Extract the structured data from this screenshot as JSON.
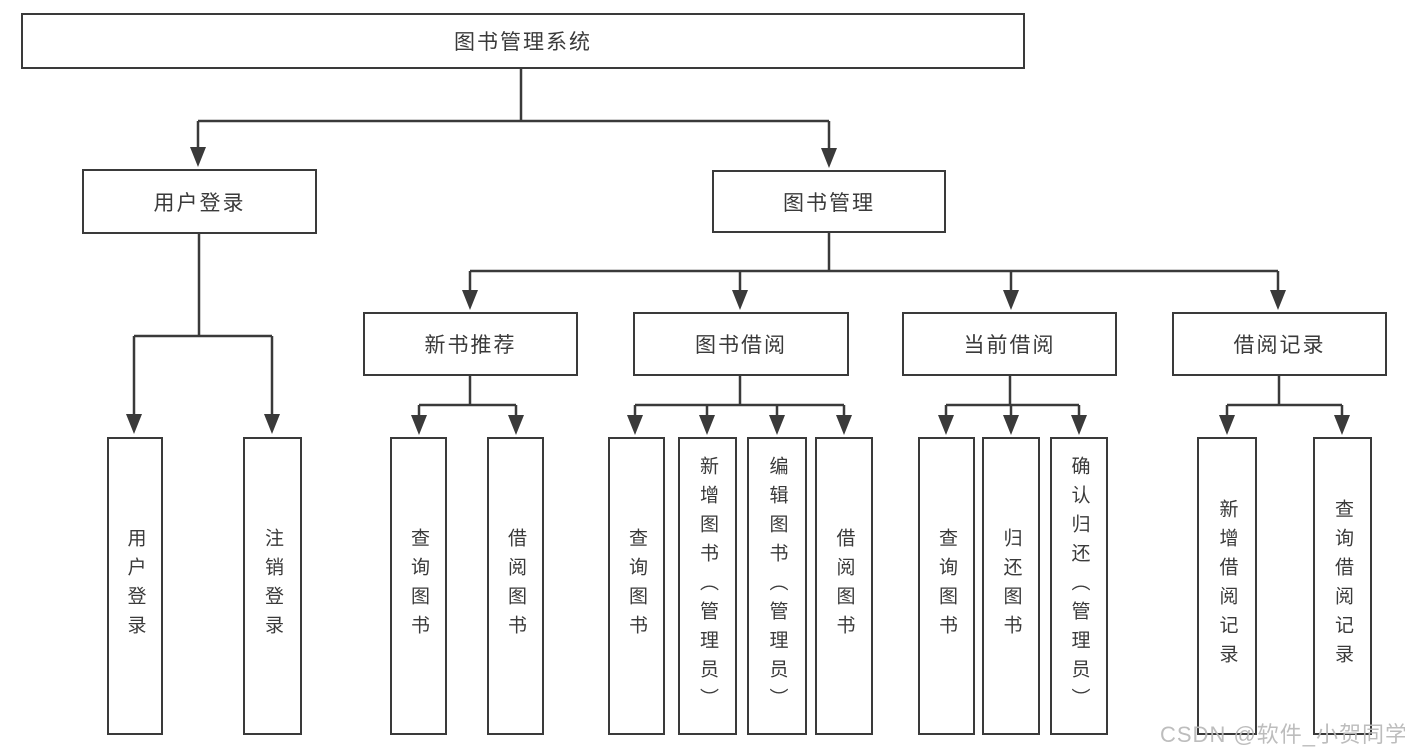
{
  "tree": {
    "root": "图书管理系统",
    "branches": [
      {
        "label": "用户登录",
        "children": [
          "用户登录",
          "注销登录"
        ]
      },
      {
        "label": "图书管理",
        "groups": [
          {
            "label": "新书推荐",
            "children": [
              "查询图书",
              "借阅图书"
            ]
          },
          {
            "label": "图书借阅",
            "children": [
              "查询图书",
              "新增图书（管理员）",
              "编辑图书（管理员）",
              "借阅图书"
            ]
          },
          {
            "label": "当前借阅",
            "children": [
              "查询图书",
              "归还图书",
              "确认归还（管理员）"
            ]
          },
          {
            "label": "借阅记录",
            "children": [
              "新增借阅记录",
              "查询借阅记录"
            ]
          }
        ]
      }
    ]
  },
  "watermark": "CSDN @软件_小贺同学",
  "colors": {
    "line": "#3a3a3a",
    "text": "#3a3a3a",
    "watermark": "#b9b9b9",
    "background": "#ffffff"
  }
}
